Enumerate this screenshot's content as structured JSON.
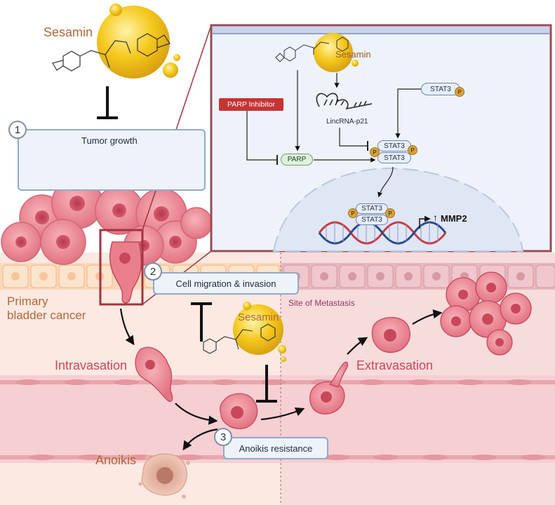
{
  "labels": {
    "sesamin_top": "Sesamin",
    "sesamin_inset": "Sesamin",
    "sesamin_middle": "Sesamin",
    "tumor_growth": "Tumor growth",
    "parp_inhibitor": "PARP Inhibitor",
    "parp": "PARP",
    "lincrna": "LincRNA-p21",
    "stat3": "STAT3",
    "p": "P",
    "mmp2": "MMP2",
    "mmp2_arrow": "↑",
    "primary_line1": "Primary",
    "primary_line2": "bladder cancer",
    "site_of_metastasis": "Site of Metastasis",
    "intravasation": "Intravasation",
    "extravasation": "Extravasation",
    "anoikis": "Anoikis"
  },
  "steps": [
    {
      "number": "1",
      "text": "Tumor growth"
    },
    {
      "number": "2",
      "text": "Cell migration & invasion"
    },
    {
      "number": "3",
      "text": "Anoikis resistance"
    }
  ],
  "colors": {
    "sesamin_gold": "#f2c21c",
    "cell_pink": "#e97f8a",
    "cell_core": "#c8485a",
    "label_brown": "#b0683a",
    "intravasation_red": "#d0455a",
    "parp_inhibitor_red": "#c73434",
    "metastasis_purple": "#a0336a",
    "panel_border": "#9b4a55",
    "box_blue": "#eef3fb"
  }
}
